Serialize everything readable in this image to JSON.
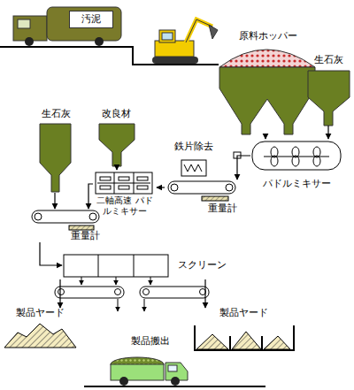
{
  "diagram": {
    "nodes": [
      {
        "text": [
          "汚泥"
        ]
      },
      {
        "text": [
          "原料ホッパー"
        ]
      },
      {
        "text": [
          "生石灰"
        ]
      },
      {
        "text": [
          "パドルミキサー"
        ]
      },
      {
        "text": [
          "鉄片除去"
        ]
      },
      {
        "text": [
          "重量計"
        ]
      },
      {
        "text": [
          "改良材"
        ]
      },
      {
        "text": [
          "二軸高速 パドルミキサー"
        ]
      },
      {
        "text": [
          "生石灰"
        ]
      },
      {
        "text": [
          "重量計"
        ]
      },
      {
        "text": [
          "スクリーン"
        ]
      },
      {
        "text": [
          "製品ヤード"
        ]
      },
      {
        "text": [
          "製品ヤード"
        ]
      },
      {
        "text": [
          "製品搬出"
        ]
      }
    ],
    "edges": [
      {
        "from": 1,
        "to": 3,
        "arrow": "to"
      },
      {
        "from": 2,
        "to": 3,
        "arrow": "to"
      },
      {
        "from": 3,
        "to": 5,
        "arrow": "to"
      },
      {
        "from": 5,
        "to": 7,
        "arrow": "to"
      },
      {
        "from": 6,
        "to": 7,
        "arrow": "to"
      },
      {
        "from": 7,
        "to": 9,
        "arrow": "to"
      },
      {
        "from": 8,
        "to": 9,
        "arrow": "to"
      },
      {
        "from": 9,
        "to": 10,
        "arrow": "to"
      },
      {
        "from": 10,
        "to": 11,
        "arrow": "to"
      },
      {
        "from": 10,
        "to": 12,
        "arrow": "to"
      }
    ]
  }
}
